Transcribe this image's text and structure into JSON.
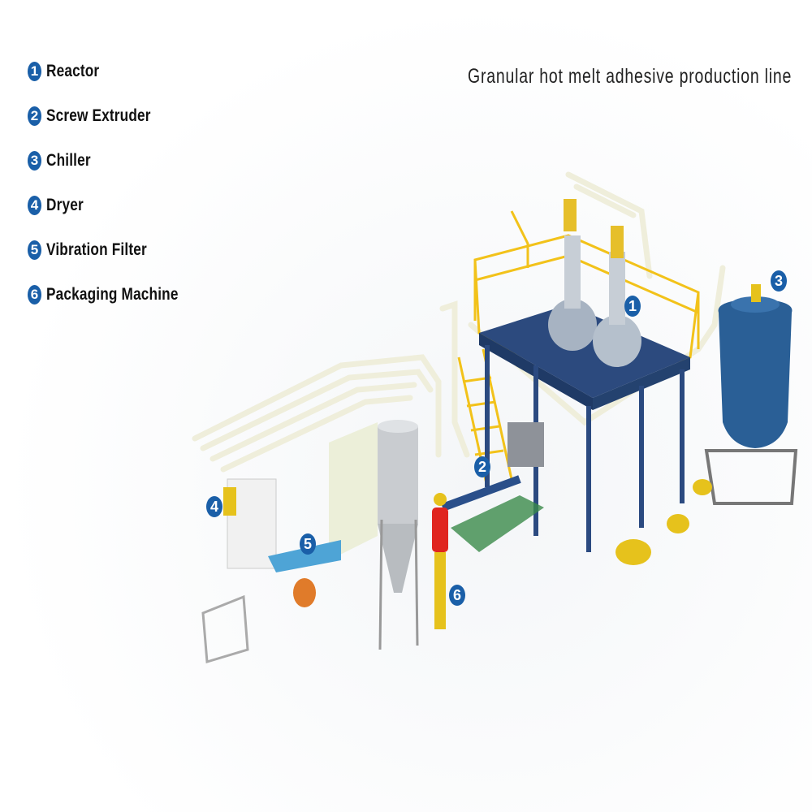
{
  "title": "Granular hot melt adhesive production line",
  "legend": [
    {
      "num": "1",
      "label": "Reactor"
    },
    {
      "num": "2",
      "label": "Screw Extruder"
    },
    {
      "num": "3",
      "label": "Chiller"
    },
    {
      "num": "4",
      "label": "Dryer"
    },
    {
      "num": "5",
      "label": "Vibration Filter"
    },
    {
      "num": "6",
      "label": "Packaging Machine"
    }
  ],
  "colors": {
    "badge": "#1a5fa8",
    "frame": "#f2c21a",
    "platform": "#2c4a7e",
    "pipe": "#f1f0dc",
    "chiller": "#2a5f96"
  }
}
